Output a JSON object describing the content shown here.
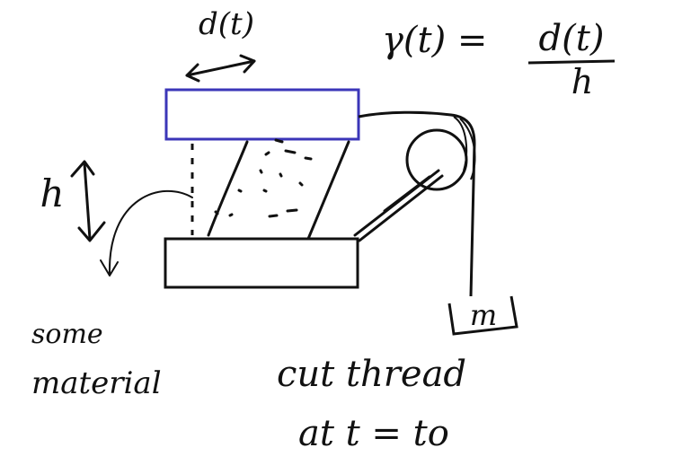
{
  "labels": {
    "displacement": "d(t)",
    "height": "h",
    "strain_lhs": "γ(t) =",
    "strain_num": "d(t)",
    "strain_den": "h",
    "mass": "m",
    "material_line1": "some",
    "material_line2": "material",
    "cut_line1": "cut thread",
    "cut_line2": "at t = to"
  },
  "colors": {
    "ink": "#111111",
    "top_plate": "#3b36b8"
  }
}
